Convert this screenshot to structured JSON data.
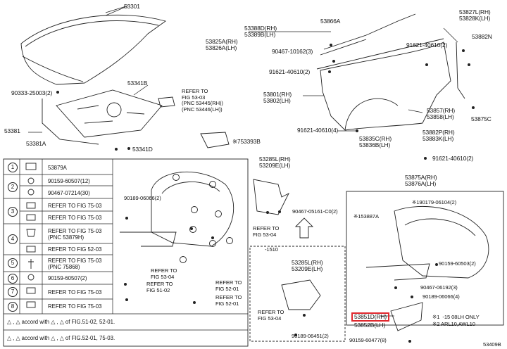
{
  "diagram_id": "53409B",
  "callouts": {
    "p53301": "53301",
    "p53388d": "53388D(RH)",
    "p53389b": "53389B(LH)",
    "p53866a": "53866A",
    "p53827l": "53827L(RH)",
    "p53828k": "53828K(LH)",
    "p53825a": "53825A(RH)",
    "p53826a": "53826A(LH)",
    "p90467_10162": "90467-10162(3)",
    "p53882n": "53882N",
    "p91621_left": "91621-40610(2)",
    "p91621_right": "91621-40610(2)",
    "p53341b": "53341B",
    "p53801": "53801(RH)",
    "p53802": "53802(LH)",
    "p90333": "90333-25003(2)",
    "ref_53_03": "REFER TO\nFIG 53-03\n(PNC 53445(RH))\n(PNC 53446(LH))",
    "p53857": "53857(RH)",
    "p53858": "53858(LH)",
    "p53381": "53381",
    "p53875c": "53875C",
    "p53393b": "※753393B",
    "p53381a": "53381A",
    "p53341d": "53341D",
    "p91621_bottom": "91621-40610(4)",
    "p53882p": "53882P(RH)",
    "p53883k": "53883K(LH)",
    "p53835c": "53835C(RH)",
    "p53836b": "53836B(LH)",
    "p91621_2": "91621-40610(2)",
    "p53285l_top": "53285L(RH)",
    "p53209e_top": "53209E(LH)",
    "p53875a": "53875A(RH)",
    "p53876a": "53876A(LH)",
    "p90189_a": "90189-06066(2)",
    "p90467_05161": "90467-05161-C0(2)",
    "p190179": "※190179-06104(2)",
    "p153887a": "※153887A",
    "ref_53_04_top": "REFER TO\nFIG 53-04",
    "ref_53_04_mid": "REFER TO\nFIG 53-04",
    "ref_52_01_a": "REFER TO\nFIG 52-01",
    "ref_51_02": "REFER TO\nFIG 51-02",
    "ref_52_01_b": "REFER TO\nFIG 52-01",
    "p1510": "-1510",
    "p53285l_bot": "53285L(RH)",
    "p53209e_bot": "53209E(LH)",
    "p90159_60503": "90159-60503(2)",
    "p90467_06192": "90467-06192(3)",
    "p90189_06066_2": "90189-06066(4)",
    "ref_53_04_bot": "REFER TO\nFIG 53-04",
    "p53851d": "53851D(RH)",
    "p53852b": "53852B(LH)",
    "note1": "※1  -15 08LH ONLY",
    "note2": "※2 ARL10,AWL10",
    "p90189_06451": "90189-06451(2)",
    "p90159_60477": "90159-60477(8)"
  },
  "legend_table": {
    "rows": [
      {
        "num": "1",
        "part": "53879A"
      },
      {
        "num": "2",
        "part": "90159-60507(12)"
      },
      {
        "num": "",
        "part": "90467-07214(30)"
      },
      {
        "num": "3",
        "part": "REFER TO FIG 75-03"
      },
      {
        "num": "",
        "part": "REFER TO FIG 75-03"
      },
      {
        "num": "4",
        "part": "REFER TO FIG 75-03\n(PNC 53879H)"
      },
      {
        "num": "",
        "part": "REFER TO FIG 52-03"
      },
      {
        "num": "5",
        "part": "REFER TO FIG 75-03\n(PNC 75868)"
      },
      {
        "num": "6",
        "part": "90159-60507(2)"
      },
      {
        "num": "7",
        "part": "REFER TO FIG 75-03"
      },
      {
        "num": "8",
        "part": "REFER TO FIG 75-03"
      }
    ],
    "footnote1": "△ , △ accord with △ , △ of FIG.51-02, 52-01.",
    "footnote2": "△ , △ accord with △ , △ of FIG.52-01, 75-03."
  }
}
